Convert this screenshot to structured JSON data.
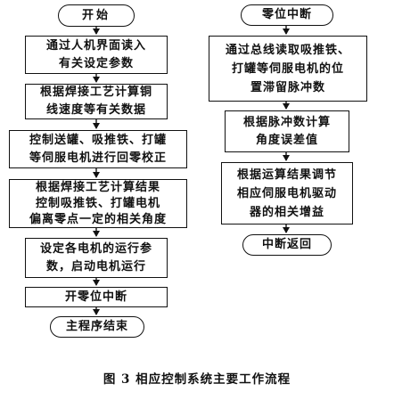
{
  "left_flow": {
    "start": "开始",
    "step1": "通过人机界面读入\n有关设定参数",
    "step2": "根据焊接工艺计算铜\n线速度等有关数据",
    "step3": "控制送罐、吸推铁、打罐\n等伺服电机进行回零校正",
    "step4": "根据焊接工艺计算结果\n控制吸推铁、打罐电机\n偏离零点一定的相关角度",
    "step5": "设定各电机的运行参\n数，启动电机运行",
    "step6": "开零位中断",
    "end": "主程序结束"
  },
  "right_flow": {
    "start": "零位中断",
    "step1": "通过总线读取吸推铁、\n打罐等伺服电机的位\n置滞留脉冲数",
    "step2": "根据脉冲数计算\n角度误差值",
    "step3": "根据运算结果调节\n相应伺服电机驱动\n器的相关增益",
    "end": "中断返回"
  },
  "caption": "图 3   相应控制系统主要工作流程"
}
